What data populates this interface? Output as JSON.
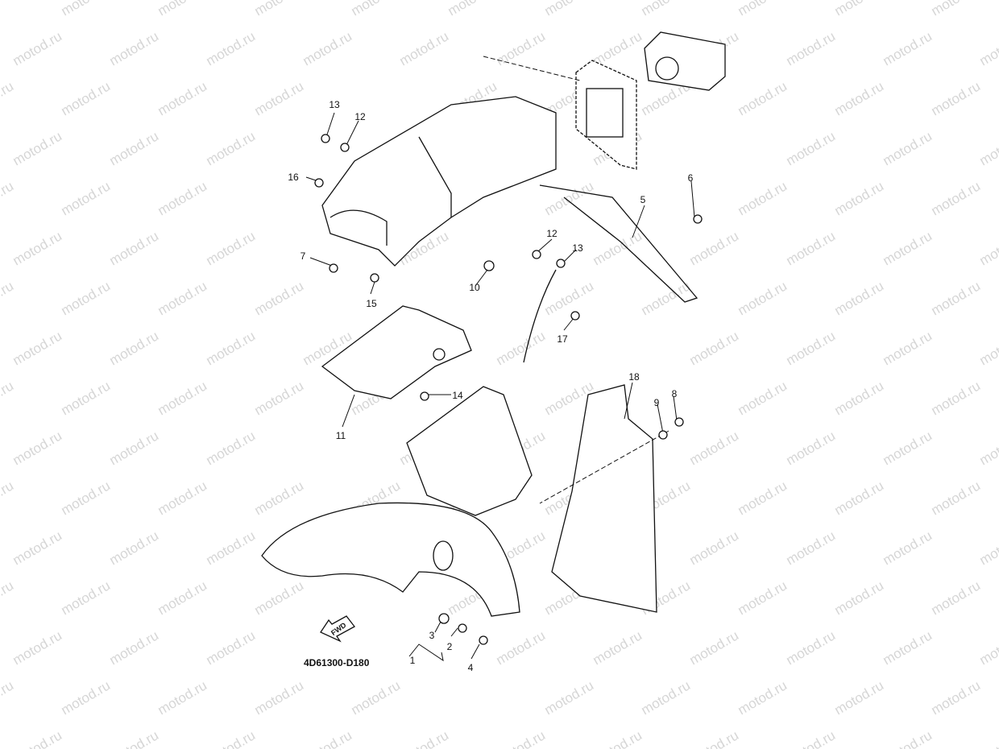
{
  "watermark": "motod.ru",
  "diagram_code": "4D61300-D180",
  "direction_arrow": "FWD",
  "callouts": [
    {
      "id": "c13a",
      "text": "13"
    },
    {
      "id": "c12a",
      "text": "12"
    },
    {
      "id": "c16",
      "text": "16"
    },
    {
      "id": "c7",
      "text": "7"
    },
    {
      "id": "c15",
      "text": "15"
    },
    {
      "id": "c12b",
      "text": "12"
    },
    {
      "id": "c13b",
      "text": "13"
    },
    {
      "id": "c10",
      "text": "10"
    },
    {
      "id": "c17",
      "text": "17"
    },
    {
      "id": "c5",
      "text": "5"
    },
    {
      "id": "c6",
      "text": "6"
    },
    {
      "id": "c11",
      "text": "11"
    },
    {
      "id": "c14",
      "text": "14"
    },
    {
      "id": "c18",
      "text": "18"
    },
    {
      "id": "c9",
      "text": "9"
    },
    {
      "id": "c8",
      "text": "8"
    },
    {
      "id": "c1",
      "text": "1"
    },
    {
      "id": "c2",
      "text": "2"
    },
    {
      "id": "c3",
      "text": "3"
    },
    {
      "id": "c4",
      "text": "4"
    }
  ]
}
